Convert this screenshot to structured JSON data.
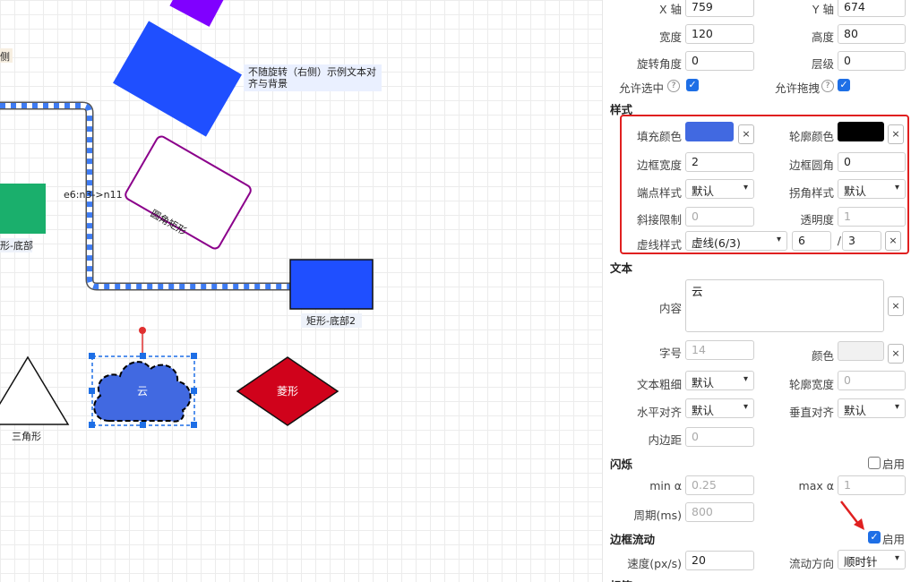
{
  "canvas": {
    "label_side": "侧",
    "rotated_text": "不随旋转（右侧）示例文本对",
    "rotated_text_2": "齐与背景",
    "edge_label": "e6:n3->n11",
    "rounded_rect_label": "圆角矩形",
    "green_label": "形-底部",
    "rect_bottom2_label": "矩形-底部2",
    "cloud_text": "云",
    "diamond_text": "菱形",
    "triangle_label": "三角形"
  },
  "panel": {
    "x_label": "X 轴",
    "x_value": "759",
    "y_label": "Y 轴",
    "y_value": "674",
    "width_label": "宽度",
    "width_value": "120",
    "height_label": "高度",
    "height_value": "80",
    "rotate_label": "旋转角度",
    "rotate_value": "0",
    "layer_label": "层级",
    "layer_value": "0",
    "selectable_label": "允许选中",
    "draggable_label": "允许拖拽",
    "help_glyph": "?",
    "style_section": "样式",
    "fill_label": "填充颜色",
    "fill_color": "#4169e1",
    "stroke_label": "轮廓颜色",
    "stroke_color": "#000000",
    "clear_glyph": "×",
    "border_width_label": "边框宽度",
    "border_width_value": "2",
    "border_radius_label": "边框圆角",
    "border_radius_value": "0",
    "cap_label": "端点样式",
    "cap_value": "默认",
    "join_label": "拐角样式",
    "join_value": "默认",
    "miter_label": "斜接限制",
    "miter_value": "0",
    "opacity_label": "透明度",
    "opacity_value": "1",
    "dash_label": "虚线样式",
    "dash_value": "虚线(6/3)",
    "dash_a": "6",
    "dash_sep": "/",
    "dash_b": "3",
    "text_section": "文本",
    "content_label": "内容",
    "content_value": "云",
    "font_size_label": "字号",
    "font_size_value": "14",
    "color_label": "颜色",
    "weight_label": "文本粗细",
    "weight_value": "默认",
    "outline_width_label": "轮廓宽度",
    "outline_width_value": "0",
    "halign_label": "水平对齐",
    "halign_value": "默认",
    "valign_label": "垂直对齐",
    "valign_value": "默认",
    "padding_label": "内边距",
    "padding_value": "0",
    "blink_section": "闪烁",
    "enable_label": "启用",
    "min_alpha_label": "min α",
    "min_alpha_value": "0.25",
    "max_alpha_label": "max α",
    "max_alpha_value": "1",
    "period_label": "周期(ms)",
    "period_value": "800",
    "flow_section": "边框流动",
    "speed_label": "速度(px/s)",
    "speed_value": "20",
    "direction_label": "流动方向",
    "direction_value": "顺时针",
    "next_section": "标签",
    "chevron": "▾",
    "check": "✓"
  },
  "colors": {
    "accent": "#1e6fe6",
    "highlight_box": "#e02020",
    "blue_rect": "#1f4fff",
    "purple": "#8000ff",
    "diamond": "#d0021b",
    "green": "#1aaf6c",
    "cloud": "#4169e1"
  }
}
